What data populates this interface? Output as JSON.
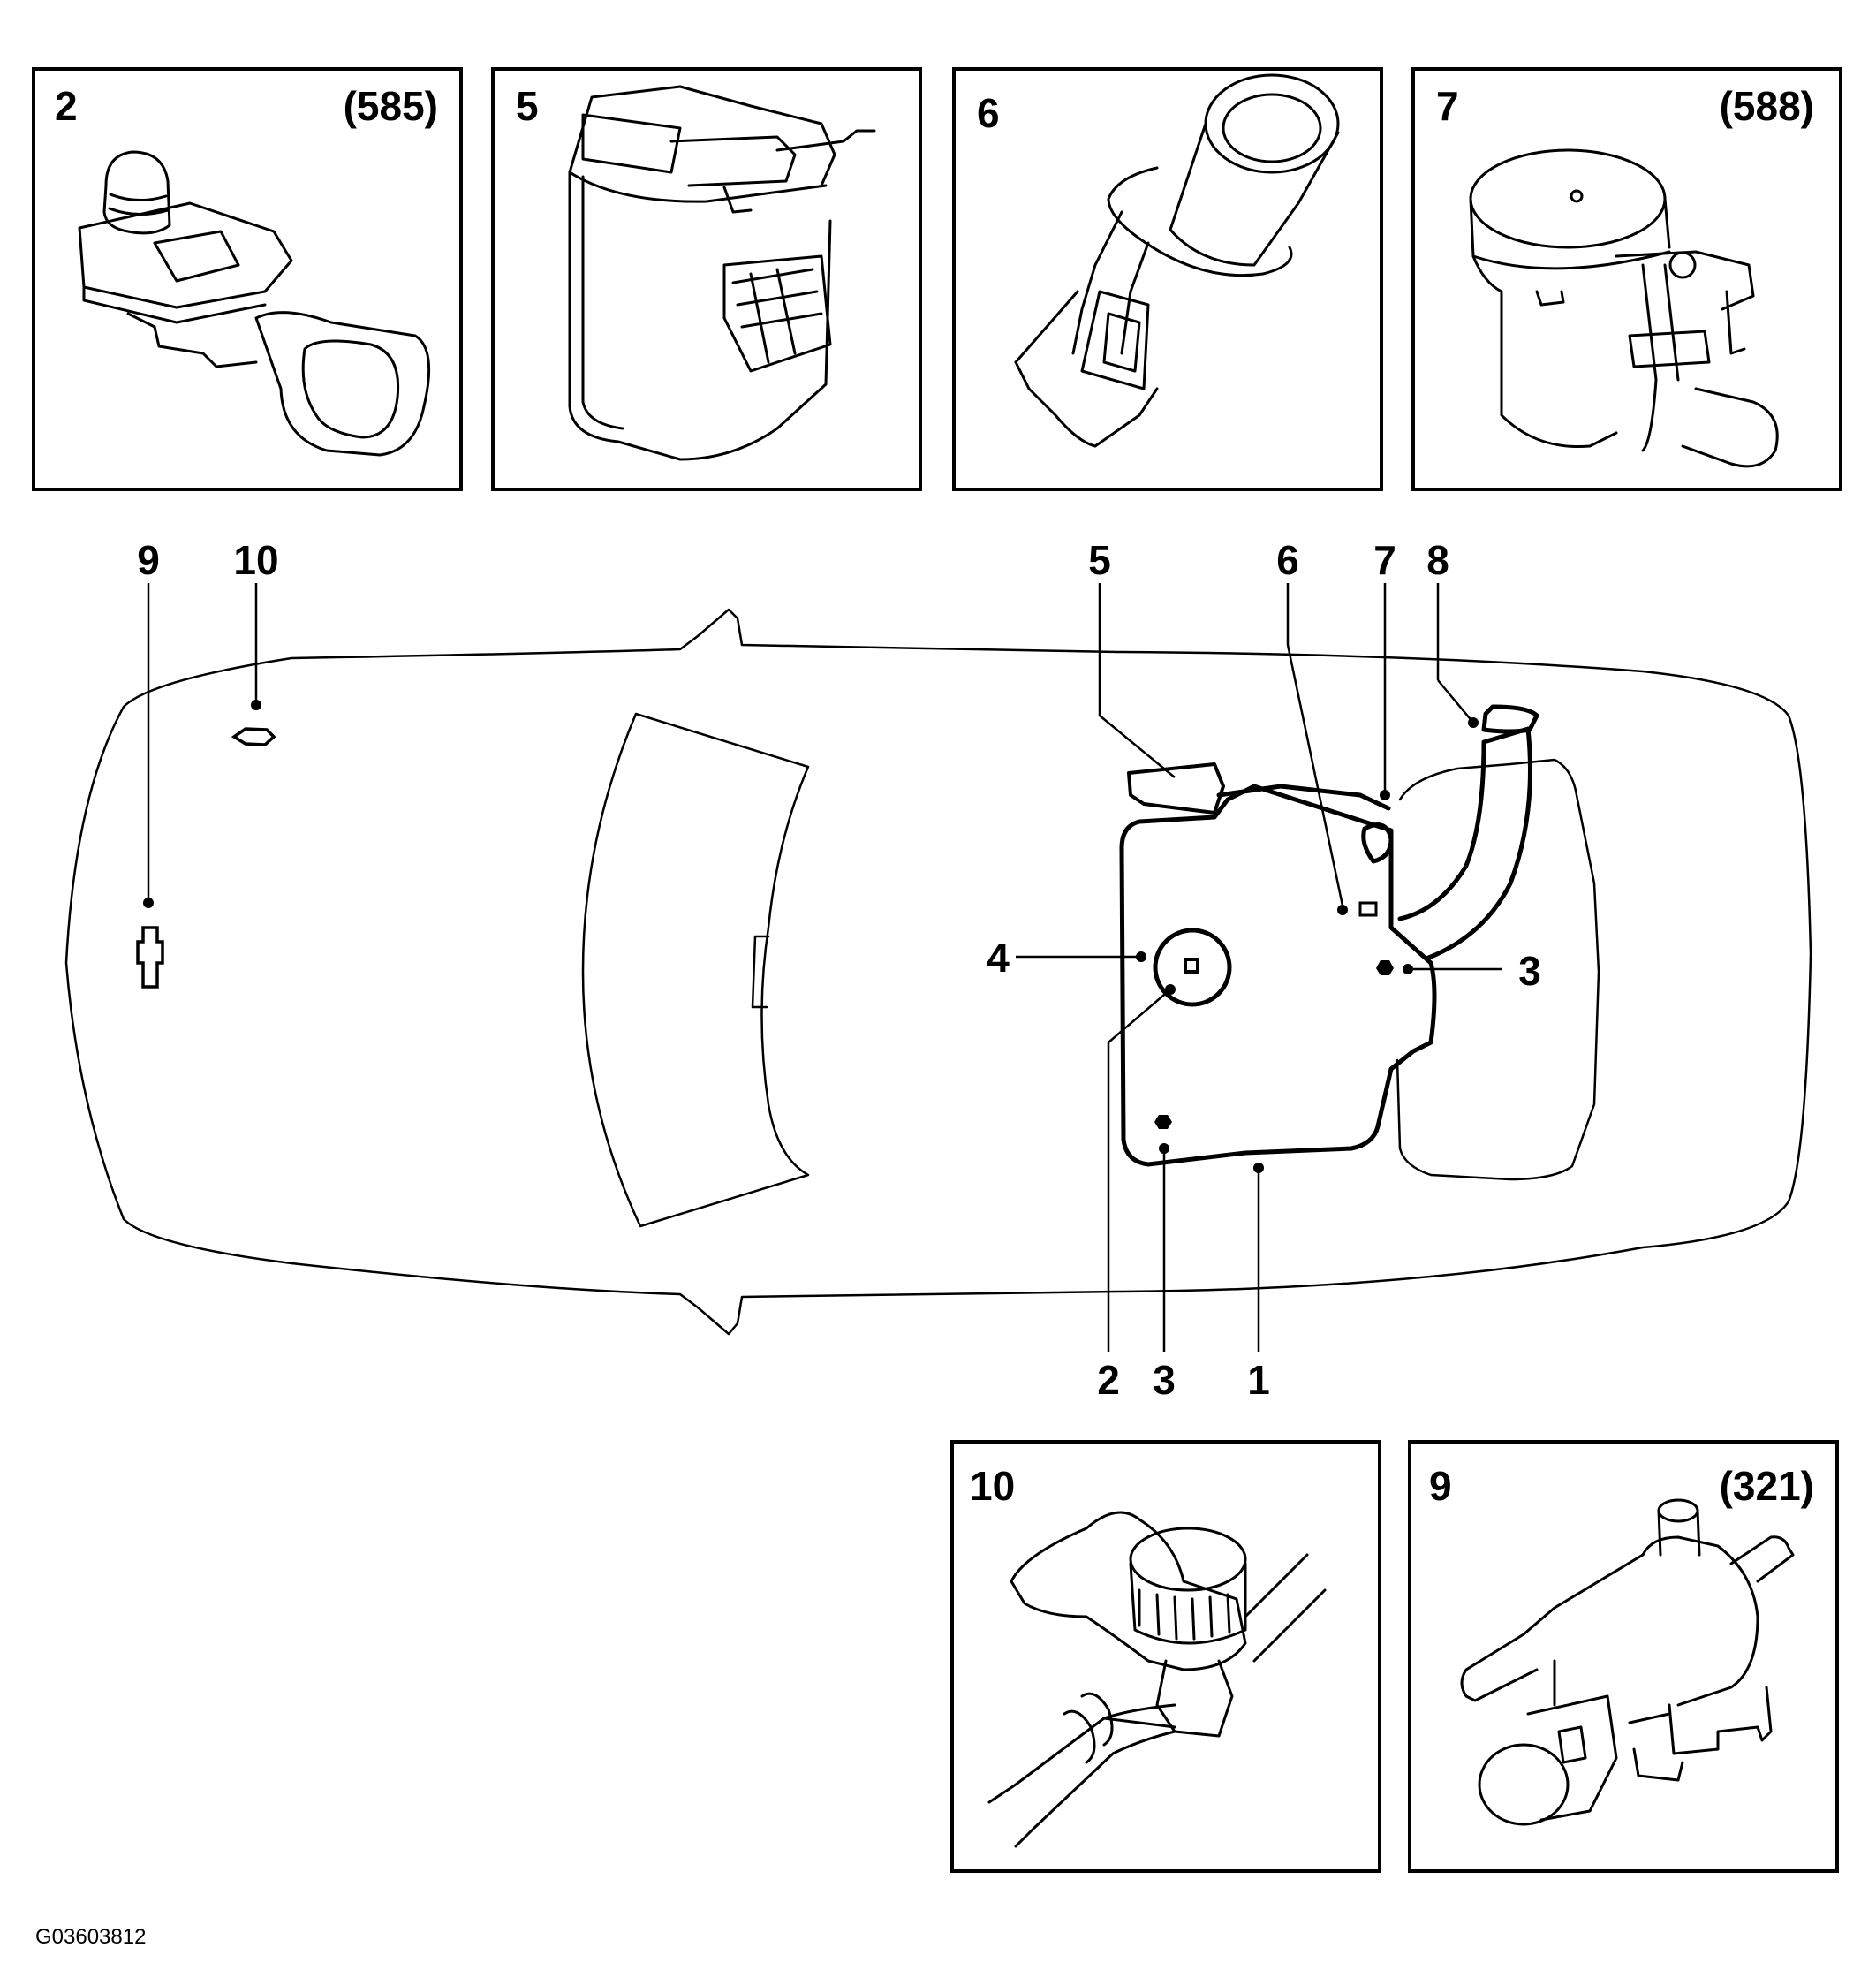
{
  "figure_code": "G03603812",
  "panels": [
    {
      "id": "p2",
      "number": "2",
      "code": "(585)",
      "component_icon": "pressure-sensor-icon"
    },
    {
      "id": "p5",
      "number": "5",
      "code": "",
      "component_icon": "evap-canister-icon"
    },
    {
      "id": "p6",
      "number": "6",
      "code": "",
      "component_icon": "sender-module-icon"
    },
    {
      "id": "p7",
      "number": "7",
      "code": "(588)",
      "component_icon": "vent-valve-icon"
    },
    {
      "id": "p10",
      "number": "10",
      "code": "",
      "component_icon": "service-port-icon"
    },
    {
      "id": "p9",
      "number": "9",
      "code": "(321)",
      "component_icon": "purge-valve-icon"
    }
  ],
  "callouts": {
    "c9_top": "9",
    "c10_top": "10",
    "c5_top": "5",
    "c6_top": "6",
    "c7_top": "7",
    "c8_top": "8",
    "c4_left": "4",
    "c3_right": "3",
    "c2_bottom": "2",
    "c3_bottom": "3",
    "c1_bottom": "1"
  }
}
